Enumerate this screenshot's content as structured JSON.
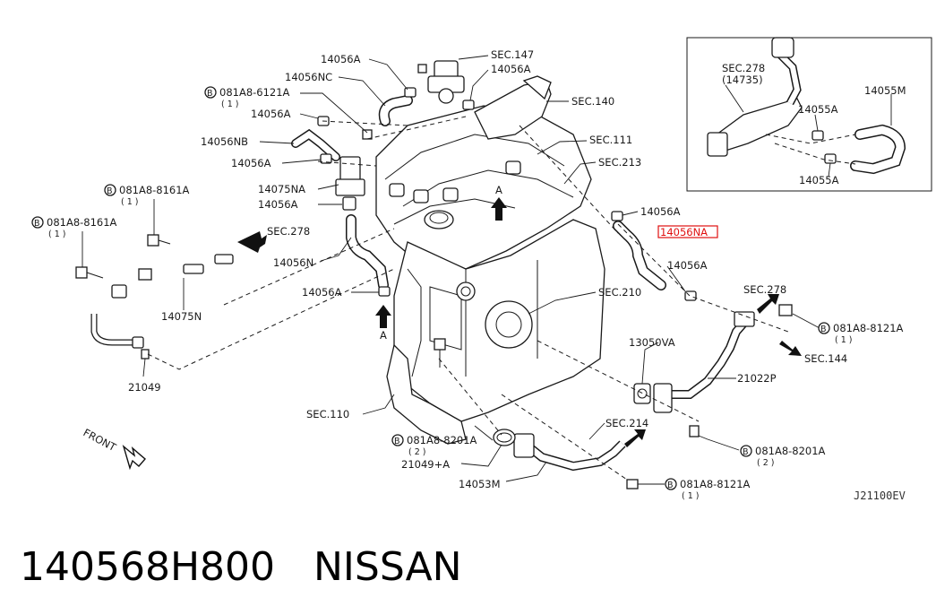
{
  "diagram": {
    "labels": {
      "l_14056A_1": "14056A",
      "l_sec147": "SEC.147",
      "l_14056A_2": "14056A",
      "l_14056NC": "14056NC",
      "l_sec140": "SEC.140",
      "l_081A8_6121A": "081A8-6121A",
      "l_q_6121": "( 1 )",
      "l_14056A_3": "14056A",
      "l_14056NB": "14056NB",
      "l_sec111": "SEC.111",
      "l_14056A_4": "14056A",
      "l_sec213": "SEC.213",
      "l_081A8_8161A_1": "081A8-8161A",
      "l_q_8161_1": "( 1 )",
      "l_14075NA": "14075NA",
      "l_14056A_5": "14056A",
      "l_081A8_8161A_2": "081A8-8161A",
      "l_q_8161_2": "( 1 )",
      "l_sec278_left": "SEC.278",
      "l_14056N": "14056N",
      "l_14075N": "14075N",
      "l_14056A_6": "14056A",
      "l_A_upper": "A",
      "l_A_lower": "A",
      "l_14056A_right": "14056A",
      "l_14056NA": "14056NA",
      "l_14056A_right2": "14056A",
      "l_sec210": "SEC.210",
      "l_sec278_right": "SEC.278",
      "l_081A8_8121A_1": "081A8-8121A",
      "l_q_8121_1": "( 1 )",
      "l_sec144": "SEC.144",
      "l_13050VA": "13050VA",
      "l_21022P": "21022P",
      "l_21049": "21049",
      "l_sec110": "SEC.110",
      "l_081A8_8201A_1": "081A8-8201A",
      "l_q_8201_1": "( 2 )",
      "l_21049A": "21049+A",
      "l_sec214": "SEC.214",
      "l_081A8_8201A_2": "081A8-8201A",
      "l_q_8201_2": "( 2 )",
      "l_14053M": "14053M",
      "l_081A8_8121A_2": "081A8-8121A",
      "l_q_8121_2": "( 1 )",
      "l_front": "FRONT",
      "l_ref": "J21100EV",
      "inset_sec278": "SEC.278",
      "inset_14735": "(14735)",
      "inset_14055M": "14055M",
      "inset_14055A_1": "14055A",
      "inset_14055A_2": "14055A"
    },
    "circle_letter": "B",
    "highlight_part": "14056NA",
    "highlight_color": "#e01010"
  },
  "caption": {
    "part_number": "140568H800",
    "brand": "NISSAN"
  }
}
